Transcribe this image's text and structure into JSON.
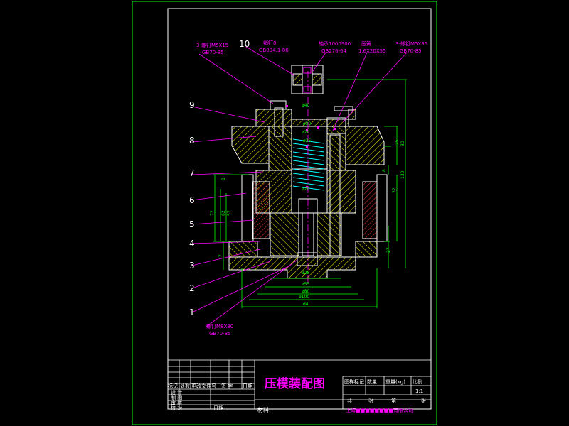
{
  "title": "压模装配图",
  "material_label": "材料:",
  "company": "上海■■■■■■■■有限公司",
  "scale": "1:1",
  "title_block": {
    "revision_headers": [
      "标记",
      "处数",
      "更改文件号",
      "签 字",
      "日期"
    ],
    "roles": [
      "设 计",
      "制 图",
      "审 核",
      "校 对"
    ],
    "date_label": "日期",
    "right_headers": [
      "图样标记",
      "数量",
      "重量(kg)",
      "比例"
    ],
    "sheet_row": [
      "共",
      "张",
      "第",
      "张"
    ]
  },
  "callouts": {
    "part_numbers": [
      "1",
      "2",
      "3",
      "4",
      "5",
      "6",
      "7",
      "8",
      "9",
      "10"
    ],
    "top_notes": [
      {
        "line1": "3-螺钉M5X15",
        "line2": "GB70-85"
      },
      {
        "line1": "销钉8",
        "line2": "GB894.1-86"
      },
      {
        "line1": "轴承1000900",
        "line2": "GB276-64"
      },
      {
        "line1": "压簧",
        "line2": "1.6X20X55"
      },
      {
        "line1": "3-螺钉M5X35",
        "line2": "GB70-85"
      }
    ],
    "bottom_note": {
      "line1": "螺钉M8X30",
      "line2": "GB70-85"
    }
  },
  "dimensions": {
    "diameters": [
      "ø40",
      "ø30",
      "ø20",
      "ø25",
      "ø20",
      "ø28",
      "ø55",
      "ø80",
      "ø100",
      "ø4"
    ],
    "right_verticals": [
      "25",
      "30",
      "8",
      "32",
      "130",
      "27"
    ],
    "left_verticals": [
      "72",
      "62",
      "57",
      "8",
      "7"
    ]
  },
  "colors": {
    "frame": "#00ff00",
    "title_text": "#ff00ff",
    "drawing_white": "#ffffff",
    "spring": "#00ffff",
    "hatch": "#ffff00",
    "dims": "#00ff00"
  }
}
